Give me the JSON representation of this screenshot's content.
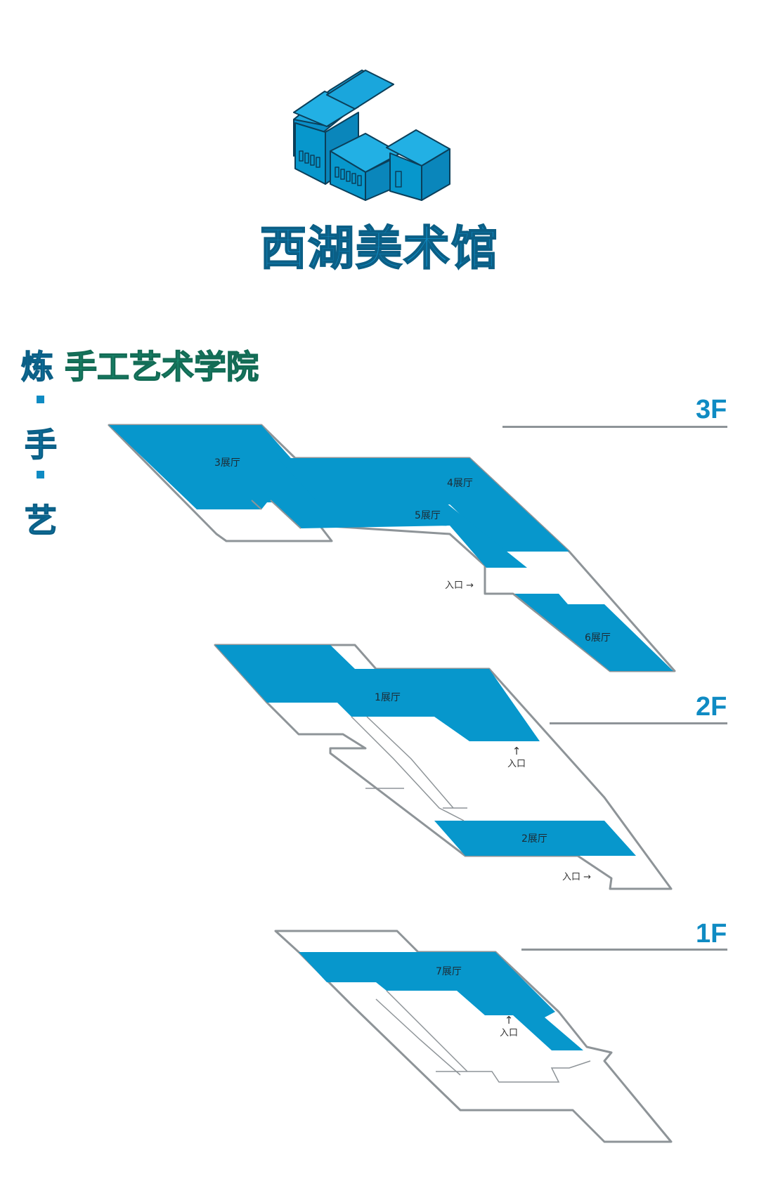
{
  "museum_name": "西湖美术馆",
  "academy": {
    "lead_char": "炼",
    "name": "手工艺术学院"
  },
  "motto_chars": [
    "手",
    "艺"
  ],
  "floors": [
    {
      "label": "3F"
    },
    {
      "label": "2F"
    },
    {
      "label": "1F"
    }
  ],
  "rooms": {
    "hall1": "1展厅",
    "hall2": "2展厅",
    "hall3": "3展厅",
    "hall4": "4展厅",
    "hall5": "5展厅",
    "hall6": "6展厅",
    "hall7": "7展厅"
  },
  "entrance_label": "入口",
  "arrow_right": "→",
  "arrow_up": "↑",
  "colors": {
    "primary_blue": "#0f8bc3",
    "hall_blue": "#0797cc",
    "academy_green": "#1c9a7a",
    "outline_gray": "#8e9498"
  }
}
